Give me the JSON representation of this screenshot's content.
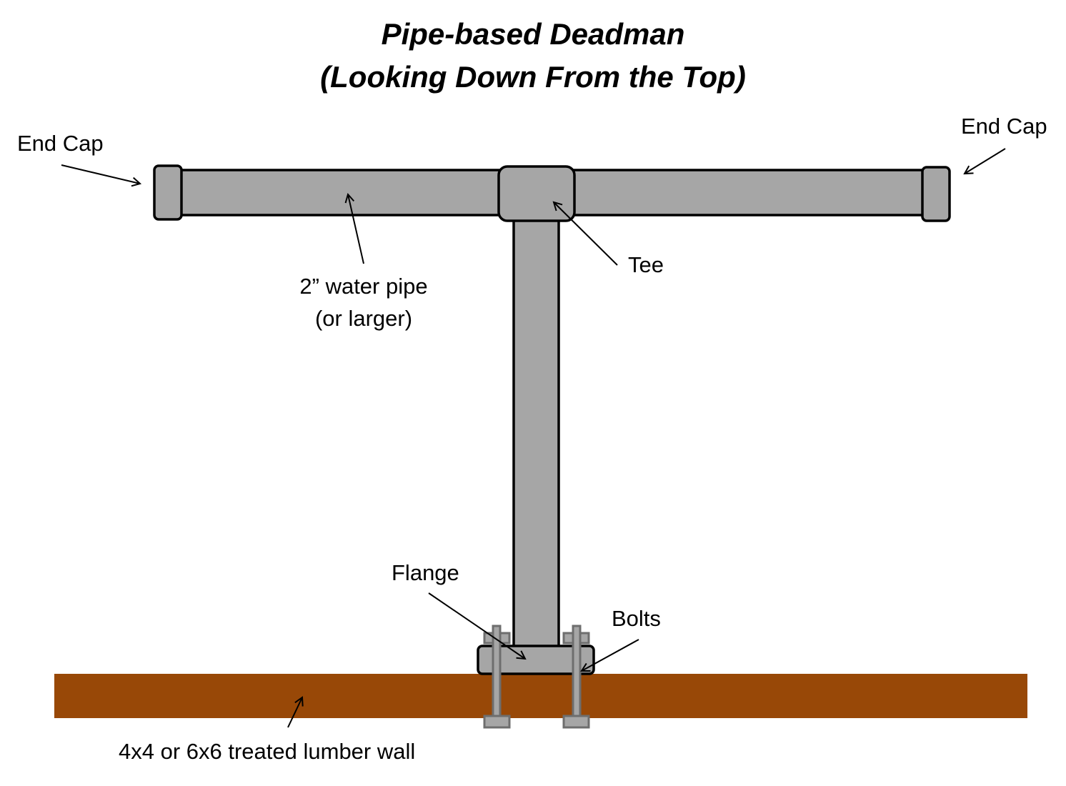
{
  "title": {
    "line1": "Pipe-based Deadman",
    "line2": "(Looking Down From the Top)"
  },
  "labels": {
    "end_cap_left": "End Cap",
    "end_cap_right": "End Cap",
    "tee": "Tee",
    "water_pipe_line1": "2” water pipe",
    "water_pipe_line2": "(or larger)",
    "flange": "Flange",
    "bolts": "Bolts",
    "lumber_wall": "4x4 or 6x6 treated lumber wall"
  },
  "colors": {
    "pipe": "#a6a6a6",
    "outline": "#000000",
    "wood": "#984807",
    "bolt": "#a6a6a6",
    "bolt_outline": "#6e6e6e",
    "background": "#ffffff"
  }
}
